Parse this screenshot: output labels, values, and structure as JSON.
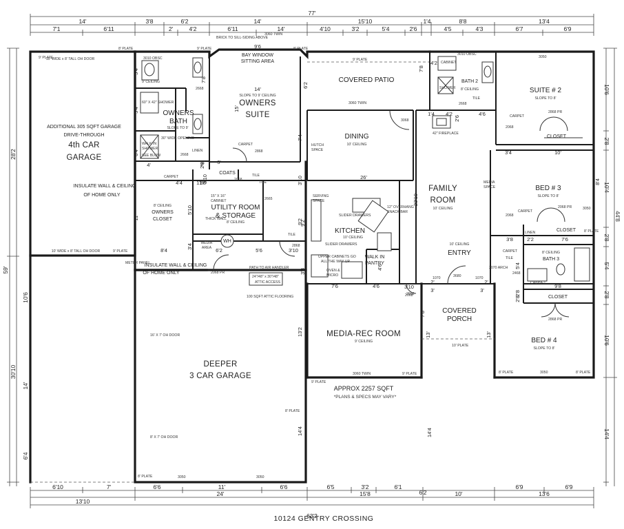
{
  "title": "10124 GENTRY CROSSING",
  "approx": {
    "sqft": "APPROX 2257 SQFT",
    "disclaimer": "*PLANS & SPECS MAY VARY*"
  },
  "rooms": {
    "garage4": {
      "name_1": "4th CAR",
      "name_2": "GARAGE",
      "note_1": "ADDITIONAL 305 SQFT GARAGE",
      "note_2": "DRIVE-THROUGH",
      "insulate_1": "INSULATE WALL & CEILING",
      "insulate_2": "OF HOME ONLY",
      "door_top": "10' WIDE x 8' TALL OH DOOR",
      "door_bottom": "10' WIDE x 8' TALL OH DOOR",
      "plate_top_left": "9' PLATE",
      "plate_top_right": "8' PLATE",
      "plate_bottom": "9' PLATE"
    },
    "garage3": {
      "name_1": "DEEPER",
      "name_2": "3 CAR GARAGE",
      "door_1": "16' X 7' OH DOOR",
      "door_2": "8' X 7' OH DOOR",
      "plate_left": "8' PLATE",
      "plate_right": "8' PLATE",
      "window_1": "3050",
      "window_2": "3050",
      "insulate_1": "INSULATE WALL & CEILING",
      "insulate_2": "OF HOME ONLY",
      "meter": "METER PANEL",
      "path_1": "PATH TO AIR HANDLER",
      "path_2": "24\"/48\" x 30\"/48\"",
      "path_3": "ATTIC ACCESS",
      "attic": "100 SQFT ATTIC FLOORING"
    },
    "owners_bath": {
      "name_1": "OWNERS",
      "name_2": "BATH",
      "ceiling": "SLOPE TO 9'",
      "ceiling_top": "9' CEILING",
      "shower": "60\" X 42\" SHOWER",
      "walkin_1": "WALK IN",
      "walkin_2": "SHOWER",
      "walkin_3": "SEE BLOW",
      "opening": "30\" WIDE OPENING",
      "linen": "LINEN",
      "obsc": "3010 OBSC",
      "door": "2668",
      "door_2": "2668"
    },
    "owners_suite": {
      "name_1": "OWNERS",
      "name_2": "SUITE",
      "bay_1": "BAY WINDOW",
      "bay_2": "SITTING AREA",
      "ceiling": "SLOPE TO 9' CEILING",
      "brick": "BRICK TO SILL-SIDING ABOVE",
      "twin": "3060 TWIN",
      "plate_left": "9' PLATE",
      "plate_right": "8' PLATE",
      "carpet": "CARPET",
      "door": "2868"
    },
    "owners_closet": {
      "name_1": "OWNERS",
      "name_2": "CLOSET",
      "ceiling": "8' CEILING",
      "carpet": "CARPET",
      "door": "2068 PR"
    },
    "coats": {
      "name": "COATS",
      "door": "2068",
      "tile": "TILE"
    },
    "utility": {
      "name_1": "UTILITY ROOM",
      "name_2": "& STORAGE",
      "ceiling": "8' CEILING",
      "cabinet_1": "15\" X 16\"",
      "cabinet_2": "CABINET",
      "thick": "THICK WALL",
      "door": "2665",
      "tile": "TILE"
    },
    "media_area": {
      "name_1": "MEDIA",
      "name_2": "AREA",
      "wh": "WH",
      "door": "2868"
    },
    "covered_patio": {
      "name": "COVERED PATIO",
      "slab": "9' PLATE",
      "twin": "3060 TWIN"
    },
    "dining": {
      "name": "DINING",
      "ceiling": "10' CEILING",
      "hutch_1": "HUTCH",
      "hutch_2": "SPACE",
      "door": "3068"
    },
    "kitchen": {
      "name": "KITCHEN",
      "ceiling": "10' CEILING",
      "serving_1": "SERVING",
      "serving_2": "SPACE",
      "overhang": "12\" OVERHANG",
      "snack": "SNACK BAR",
      "slider": "SLIDER DRAWERS",
      "slider_2": "SLIDER DRAWERS",
      "upper_1": "UPPER CABINETS GO",
      "upper_2": "ALL THE WAY UP",
      "oven_1": "OVEN &",
      "oven_2": "MICRO",
      "pantry_1": "WALK IN",
      "pantry_2": "PANTRY",
      "door": "2068",
      "tile": "TILE"
    },
    "family": {
      "name_1": "FAMILY",
      "name_2": "ROOM",
      "ceiling": "10' CEILING",
      "fireplace": "42\" FIREPLACE",
      "media_1": "MEDIA",
      "media_2": "SPACE"
    },
    "entry": {
      "name": "ENTRY",
      "ceiling": "10' CEILING",
      "arch": "3070 ARCH",
      "door": "3680",
      "w1": "1070",
      "w2": "1070"
    },
    "covered_porch": {
      "name_1": "COVERED",
      "name_2": "PORCH",
      "plate": "10' PLATE"
    },
    "media_rec": {
      "name": "MEDIA-REC ROOM",
      "ceiling": "9' CEILING",
      "twin": "3060 TWIN",
      "plate_left": "9' PLATE",
      "plate_right": "9' PLATE",
      "door": "2668"
    },
    "suite2": {
      "name": "SUITE # 2",
      "ceiling": "SLOPE TO 8'",
      "closet": "CLOSET",
      "door": "2868 PR",
      "carpet": "CARPET",
      "door_2": "2068",
      "window": "3050"
    },
    "bath2": {
      "name": "BATH 2",
      "ceiling": "8' CEILING",
      "shower": "SHOWER",
      "cabinet": "CABINET",
      "obsc": "3010 OBSC",
      "door": "2668",
      "tile": "TILE"
    },
    "bed3": {
      "name": "BED # 3",
      "ceiling": "SLOPE TO 8'",
      "closet": "CLOSET",
      "door": "2068 PR",
      "carpet": "CARPET",
      "window": "3050",
      "linen": "LINEN",
      "plate": "8' PLATE",
      "door_2": "2068"
    },
    "bath3": {
      "name": "BATH 3",
      "ceiling": "8' CEILING",
      "cabinet": "CABINET",
      "tile": "TILE",
      "carpet": "CARPET",
      "door": "2468"
    },
    "bed4": {
      "name": "BED # 4",
      "ceiling": "SLOPE TO 8'",
      "closet": "CLOSET",
      "door": "2868 PR",
      "plate_left": "8' PLATE",
      "plate_right": "8' PLATE",
      "window": "3050"
    }
  },
  "dimensions": {
    "top_overall": "77'",
    "top_row1": [
      "14'",
      "3'8",
      "6'2",
      "14'",
      "15'10",
      "1'4",
      "8'8",
      "13'4"
    ],
    "top_row2": [
      "7'1",
      "6'11",
      "2'",
      "4'2",
      "6'11",
      "14'",
      "4'10",
      "3'2",
      "5'4",
      "2'6",
      "4'5",
      "4'3",
      "6'7",
      "6'9"
    ],
    "bottom_row1": [
      "6'10",
      "7'",
      "6'6",
      "11'",
      "6'6",
      "6'5",
      "3'2",
      "6'1",
      "6'2",
      "10'",
      "6'9",
      "6'9"
    ],
    "bottom_row2": [
      "13'10",
      "24'",
      "15'8",
      "13'6"
    ],
    "bottom_overall": "63'2",
    "left_overall": "59'",
    "left_main": [
      "28'2",
      "30'10"
    ],
    "left_garage": [
      "10'6",
      "14'",
      "6'4"
    ],
    "right_overall": "44'8",
    "right_main": [
      "10'6",
      "2'8",
      "10'4",
      "2'8",
      "5'4",
      "2'8",
      "10'6",
      "14'4"
    ],
    "interior": [
      "9'6",
      "5'4",
      "5'4",
      "6'4",
      "7'8",
      "14'",
      "15'",
      "7'4",
      "6'2",
      "7'8",
      "3'10",
      "3'10",
      "2'8",
      "4'",
      "4'4",
      "2'",
      "1'8",
      "3'",
      "11'",
      "5'10",
      "3'4",
      "6'2",
      "8'4",
      "5'6",
      "9'2",
      "3'10",
      "3'8",
      "26'",
      "23'10",
      "7'6",
      "4'6",
      "4'6",
      "3'10",
      "13'2",
      "14'4",
      "7'8",
      "13'",
      "13'",
      "3'",
      "3'",
      "2'",
      "2'",
      "4'2",
      "2'6",
      "1'4",
      "4'6",
      "3'4",
      "10'",
      "8'4",
      "3'8",
      "2'2",
      "7'6",
      "5'4",
      "9'8",
      "2'8",
      "2'8",
      "14'4",
      "1'8",
      "4'2",
      "9'2"
    ]
  }
}
